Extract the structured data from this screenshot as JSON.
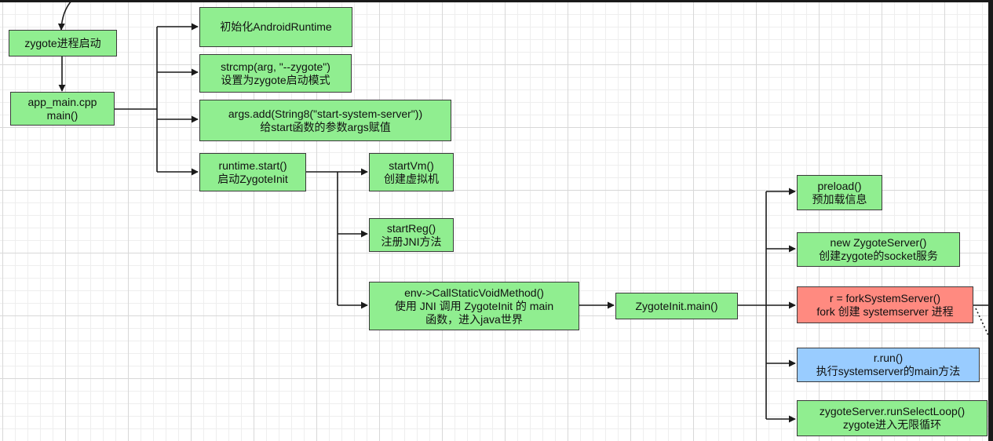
{
  "colors": {
    "process": "#90ee90",
    "highlight": "#ff8a80",
    "current": "#99ccff",
    "line": "#1a1a1a"
  },
  "nodes": {
    "zygote_start": {
      "lines": [
        "zygote进程启动"
      ]
    },
    "app_main": {
      "lines": [
        "app_main.cpp",
        "main()"
      ]
    },
    "init_runtime": {
      "lines": [
        "初始化AndroidRuntime"
      ]
    },
    "strcmp": {
      "lines": [
        "strcmp(arg, \"--zygote\")",
        "设置为zygote启动模式"
      ]
    },
    "args_add": {
      "lines": [
        "args.add(String8(\"start-system-server\"))",
        "给start函数的参数args赋值"
      ]
    },
    "runtime_start": {
      "lines": [
        "runtime.start()",
        "启动ZygoteInit"
      ]
    },
    "start_vm": {
      "lines": [
        "startVm()",
        "创建虚拟机"
      ]
    },
    "start_reg": {
      "lines": [
        "startReg()",
        "注册JNI方法"
      ]
    },
    "call_static": {
      "lines": [
        "env->CallStaticVoidMethod()",
        "使用 JNI 调用 ZygoteInit 的 main",
        "函数，进入java世界"
      ]
    },
    "zygote_init_main": {
      "lines": [
        "ZygoteInit.main()"
      ]
    },
    "preload": {
      "lines": [
        "preload()",
        "预加载信息"
      ]
    },
    "new_server": {
      "lines": [
        "new ZygoteServer()",
        "创建zygote的socket服务"
      ]
    },
    "fork_server": {
      "lines": [
        "r = forkSystemServer()",
        "fork 创建 systemserver 进程"
      ]
    },
    "r_run": {
      "lines": [
        "r.run()",
        "执行systemserver的main方法"
      ]
    },
    "select_loop": {
      "lines": [
        "zygoteServer.runSelectLoop()",
        "zygote进入无限循环"
      ]
    }
  }
}
